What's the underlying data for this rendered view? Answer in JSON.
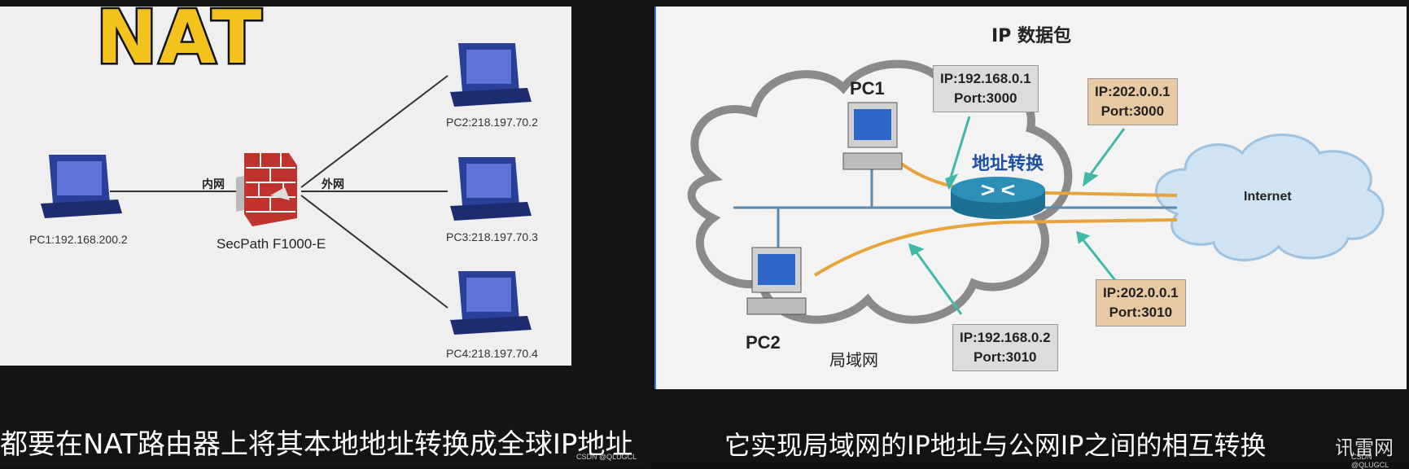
{
  "left": {
    "title": "NAT",
    "inner_label": "内网",
    "outer_label": "外网",
    "firewall_label": "SecPath F1000-E",
    "pcs": [
      "PC1:192.168.200.2",
      "PC2:218.197.70.2",
      "PC3:218.197.70.3",
      "PC4:218.197.70.4"
    ],
    "subtitle": "都要在NAT路由器上将其本地地址转换成全球IP地址"
  },
  "right": {
    "title": "IP 数据包",
    "pc1": "PC1",
    "pc2": "PC2",
    "lan": "局域网",
    "translation": "地址转换",
    "internet": "Internet",
    "box_pc1_ip": "IP:192.168.0.1",
    "box_pc1_port": "Port:3000",
    "box_pub1_ip": "IP:202.0.0.1",
    "box_pub1_port": "Port:3000",
    "box_pub2_ip": "IP:202.0.0.1",
    "box_pub2_port": "Port:3010",
    "box_pc2_ip": "IP:192.168.0.2",
    "box_pc2_port": "Port:3010",
    "subtitle": "它实现局域网的IP地址与公网IP之间的相互转换",
    "watermark_right": "讯雷网",
    "csdn1": "CSDN @QLUGCL",
    "csdn2": "CSDN @QLUGCL"
  },
  "colors": {
    "title_yellow": "#f4c21c",
    "pc_blue": "#2a3f9a",
    "firewall_red": "#c0322c",
    "router_teal": "#2b8fb8",
    "arrow_teal": "#3fb8a8",
    "flow_orange": "#e8a43a",
    "cloud_fill": "#cfe3f3"
  }
}
